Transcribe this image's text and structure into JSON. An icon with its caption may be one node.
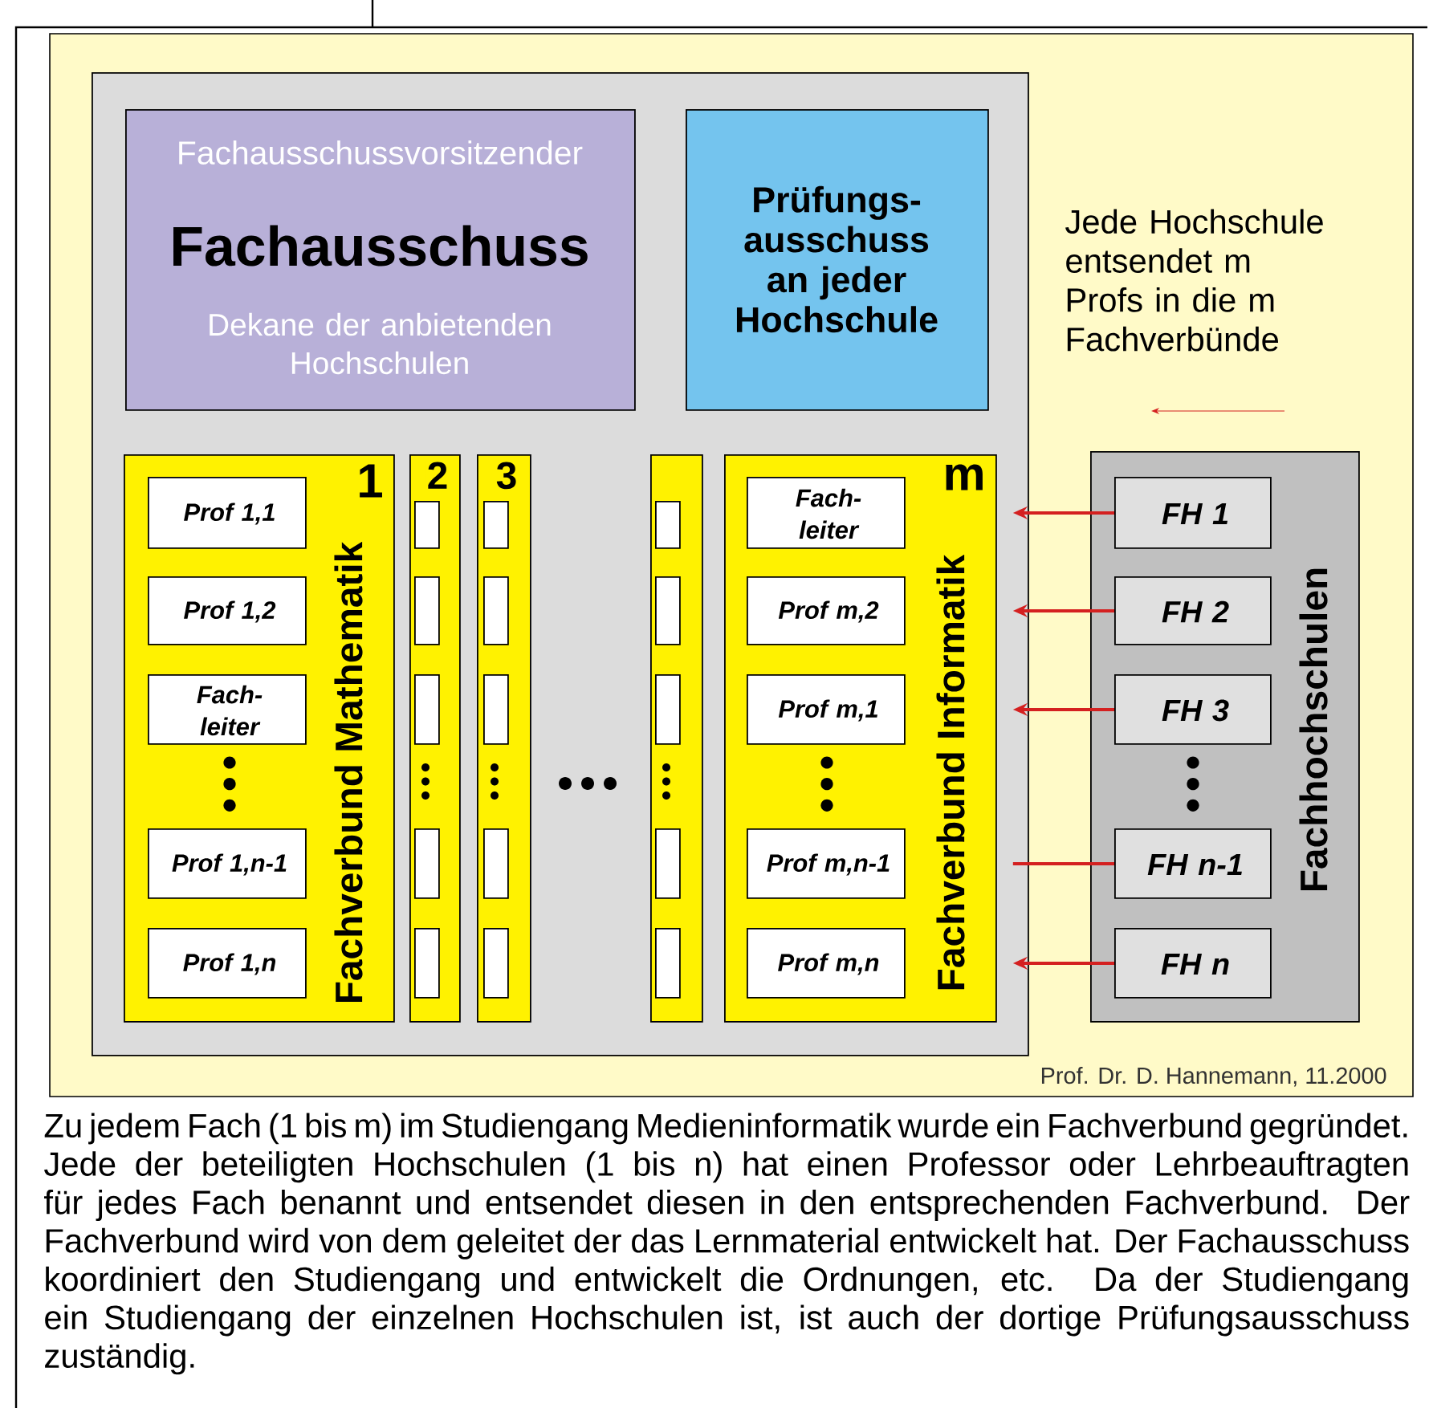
{
  "diagram": {
    "caption": "Zu jedem Fach (1 bis m) im Studiengang Medieninformatik wurde ein Fachverbund gegründet. Jede der beteiligten Hochschulen (1 bis n) hat einen Professor oder Lehrbeauftragten für jedes Fach benannt und entsendet diesen in den entsprechenden Fachverbund. Der Fachverbund wird von dem geleitet der das Lernmaterial entwickelt hat. Der Fachausschuss koordiniert den Studiengang und entwickelt die Ordnungen, etc. Da der Studiengang ein Studiengang der einzelnen Hochschulen ist, ist auch der dortige Prüfungsausschuss zuständig.",
    "nodes": [
      {
        "text": [],
        "shape": "box"
      },
      {
        "text": [
          "Fachausschussvorsitzender",
          "Fachausschuss",
          "Dekane der anbietenden Hochschulen"
        ],
        "in": 0
      },
      {
        "text": [
          "Prüfungs- ausschuss an jeder Hochschule"
        ],
        "in": 0
      },
      {
        "text": [
          "1",
          "Fachverbund Mathematik"
        ],
        "in": 0
      },
      {
        "text": [
          "Prof 1,1"
        ],
        "in": 3
      },
      {
        "text": [
          "Prof 1,2"
        ],
        "in": 3
      },
      {
        "text": [
          "Fach- leiter"
        ],
        "in": 3
      },
      {
        "text": [
          "Prof 1,n-1"
        ],
        "in": 3
      },
      {
        "text": [
          "Prof 1,n"
        ],
        "in": 3
      },
      {
        "text": [
          "2"
        ],
        "in": 0
      },
      {
        "text": [],
        "shape": "box",
        "in": 9
      },
      {
        "text": [],
        "shape": "box",
        "in": 9
      },
      {
        "text": [],
        "shape": "box",
        "in": 9
      },
      {
        "text": [],
        "shape": "box",
        "in": 9
      },
      {
        "text": [],
        "shape": "box",
        "in": 9
      },
      {
        "text": [
          "3"
        ],
        "in": 0
      },
      {
        "text": [],
        "shape": "box",
        "in": 15
      },
      {
        "text": [],
        "shape": "box",
        "in": 15
      },
      {
        "text": [],
        "shape": "box",
        "in": 15
      },
      {
        "text": [],
        "shape": "box",
        "in": 15
      },
      {
        "text": [],
        "shape": "box",
        "in": 15
      },
      {
        "text": [],
        "shape": "box",
        "in": 0
      },
      {
        "text": [],
        "shape": "box",
        "in": 21
      },
      {
        "text": [],
        "shape": "box",
        "in": 21
      },
      {
        "text": [],
        "shape": "box",
        "in": 21
      },
      {
        "text": [],
        "shape": "box",
        "in": 21
      },
      {
        "text": [],
        "shape": "box",
        "in": 21
      },
      {
        "text": [
          "m",
          "Fachverbund Informatik"
        ],
        "in": 0
      },
      {
        "text": [
          "Fach- leiter"
        ],
        "in": 27
      },
      {
        "text": [
          "Prof m,2"
        ],
        "in": 27
      },
      {
        "text": [
          "Prof m,1"
        ],
        "in": 27
      },
      {
        "text": [
          "Prof m,n-1"
        ],
        "in": 27
      },
      {
        "text": [
          "Prof m,n"
        ],
        "in": 27
      },
      {
        "text": [
          "Fachhochschulen"
        ]
      },
      {
        "text": [
          "FH 1"
        ],
        "in": 33
      },
      {
        "text": [
          "FH 2"
        ],
        "in": 33
      },
      {
        "text": [
          "FH 3"
        ],
        "in": 33
      },
      {
        "text": [
          "FH n-1"
        ],
        "in": 33
      },
      {
        "text": [
          "FH n"
        ],
        "in": 33
      }
    ],
    "edges": [
      {
        "from": 34,
        "to": 27,
        "arrow": "to"
      },
      {
        "from": 35,
        "to": 27,
        "arrow": "to"
      },
      {
        "from": 36,
        "to": 27,
        "arrow": "to"
      },
      {
        "from": 37,
        "to": 27,
        "arrow": "none"
      },
      {
        "from": 38,
        "to": 27,
        "arrow": "to"
      }
    ],
    "labels": [
      "Jede Hochschule entsendet m Profs in die m Fachverbünde",
      "Prof. Dr. D. Hannemann, 11.2000"
    ]
  }
}
